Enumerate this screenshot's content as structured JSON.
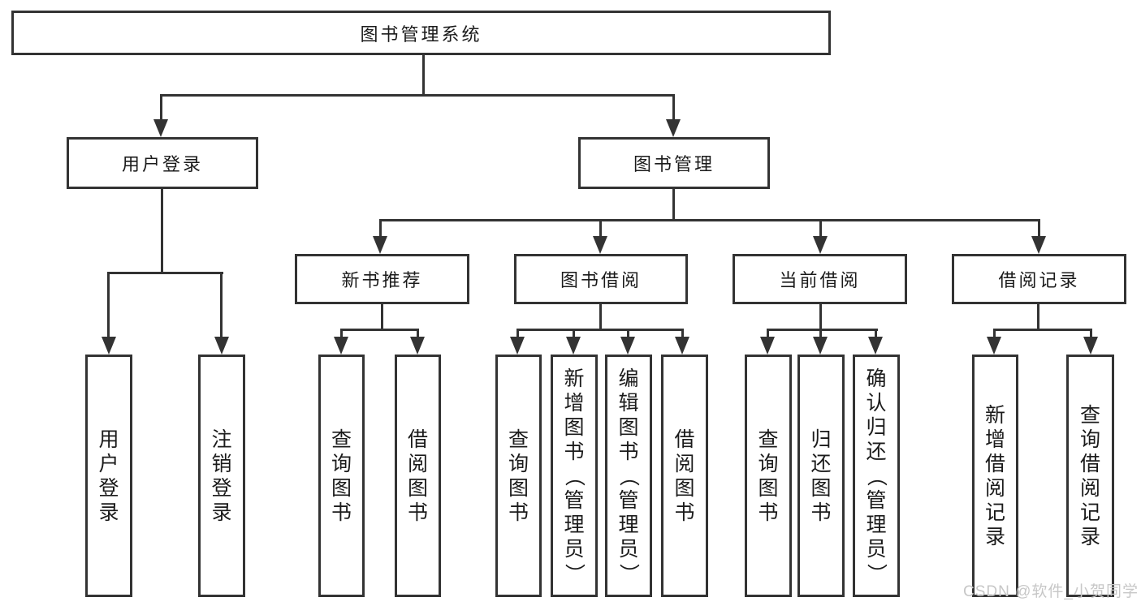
{
  "diagram": {
    "root": "图书管理系统",
    "branches": [
      {
        "label": "用户登录",
        "children": [
          "用户登录",
          "注销登录"
        ]
      },
      {
        "label": "图书管理",
        "groups": [
          {
            "label": "新书推荐",
            "children": [
              "查询图书",
              "借阅图书"
            ]
          },
          {
            "label": "图书借阅",
            "children": [
              "查询图书",
              "新增图书（管理员）",
              "编辑图书（管理员）",
              "借阅图书"
            ]
          },
          {
            "label": "当前借阅",
            "children": [
              "查询图书",
              "归还图书",
              "确认归还（管理员）"
            ]
          },
          {
            "label": "借阅记录",
            "children": [
              "新增借阅记录",
              "查询借阅记录"
            ]
          }
        ]
      }
    ]
  },
  "watermark": "CSDN @软件_小贺同学",
  "colors": {
    "line": "#333333",
    "text": "#1b1b1b",
    "background": "#ffffff",
    "watermark_text": "#c7c7c7"
  }
}
